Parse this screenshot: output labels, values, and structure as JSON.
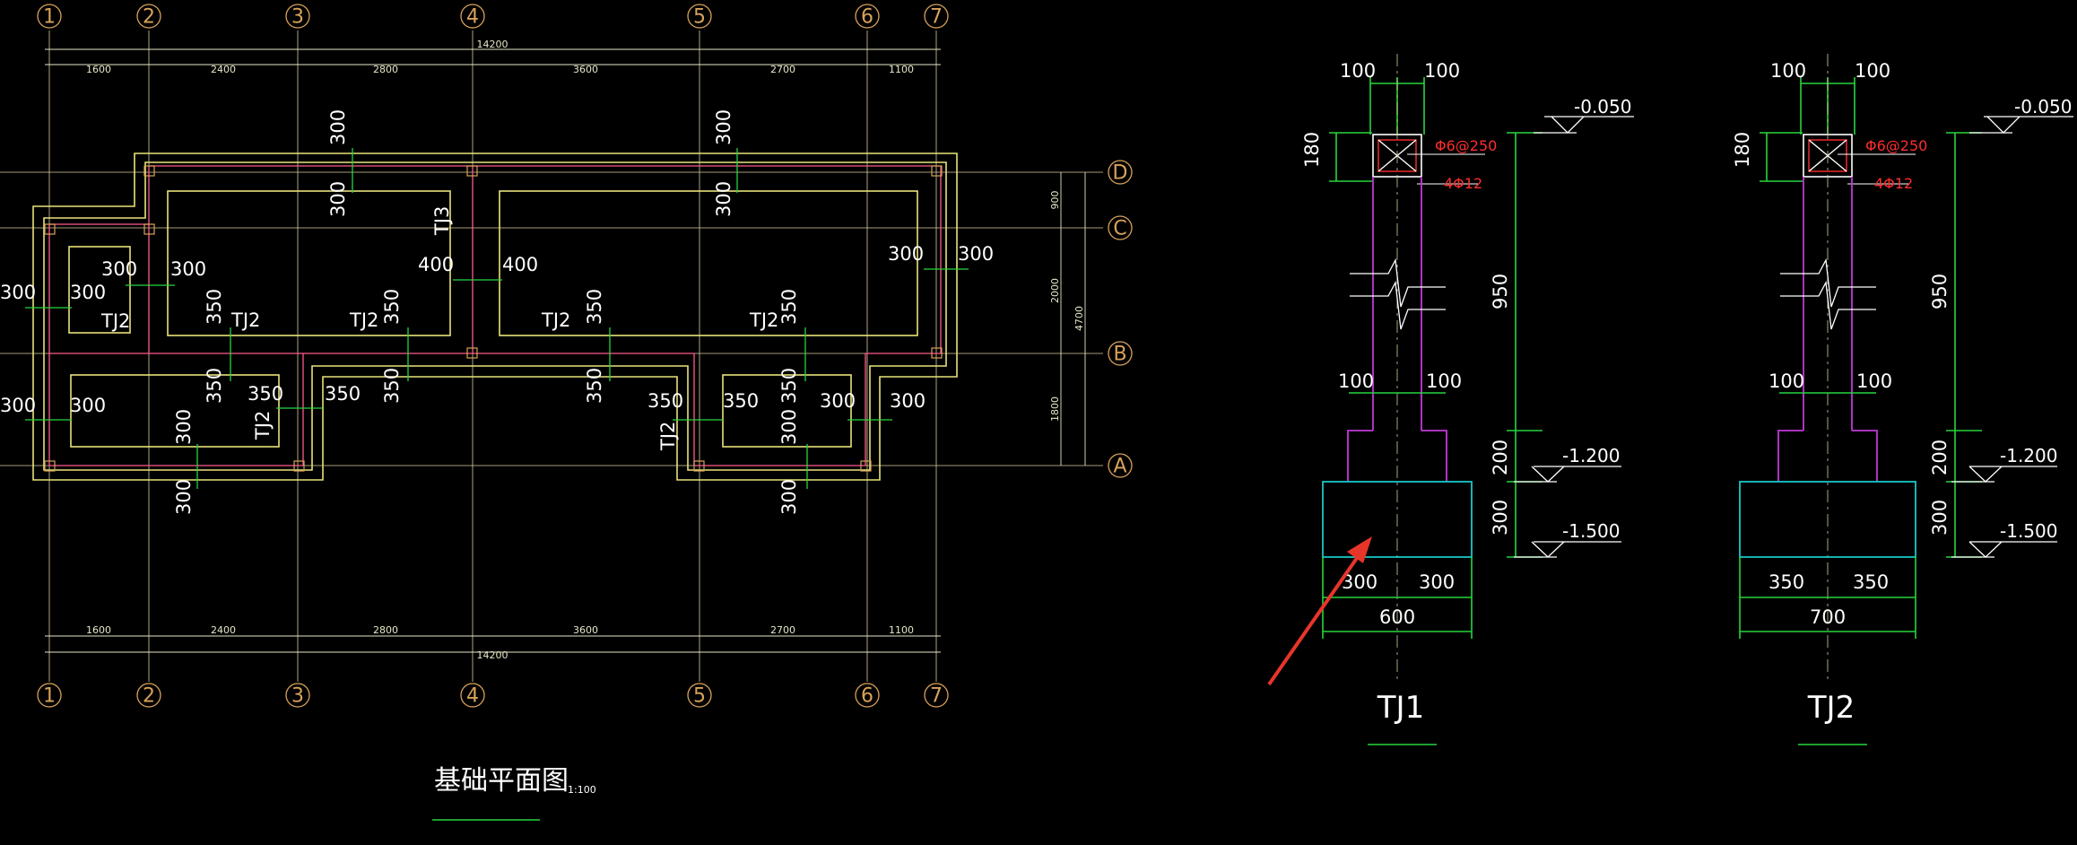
{
  "plan": {
    "title": "基础平面图",
    "scale": "1:100",
    "grid_labels_x": [
      "1",
      "2",
      "3",
      "4",
      "5",
      "6",
      "7"
    ],
    "grid_labels_y": [
      "D",
      "C",
      "B",
      "A"
    ],
    "dims_top": [
      "1600",
      "2400",
      "2800",
      "3600",
      "2700",
      "1100"
    ],
    "dims_bottom": [
      "1600",
      "2400",
      "2800",
      "3600",
      "2700",
      "1100"
    ],
    "total_width": "14200",
    "dims_right": [
      "900",
      "2000",
      "1800"
    ],
    "total_height": "4700",
    "wall_labels": [
      "TJ2",
      "TJ2",
      "TJ2",
      "TJ2",
      "TJ2",
      "TJ3",
      "TJ2",
      "TJ2"
    ],
    "wall_dims": {
      "d300": "300",
      "d350": "350",
      "d400": "400"
    }
  },
  "sections": [
    {
      "name": "TJ1",
      "top_dims": [
        "100",
        "100"
      ],
      "mid_dims": [
        "100",
        "100"
      ],
      "height_180": "180",
      "height_950": "950",
      "height_200": "200",
      "height_300": "300",
      "elevations": [
        "-0.050",
        "-1.200",
        "-1.500"
      ],
      "rebar_stirrup": "Φ6@250",
      "rebar_main": "4Φ12",
      "base_dims": [
        "300",
        "300"
      ],
      "base_total": "600"
    },
    {
      "name": "TJ2",
      "top_dims": [
        "100",
        "100"
      ],
      "mid_dims": [
        "100",
        "100"
      ],
      "height_180": "180",
      "height_950": "950",
      "height_200": "200",
      "height_300": "300",
      "elevations": [
        "-0.050",
        "-1.200",
        "-1.500"
      ],
      "rebar_stirrup": "Φ6@250",
      "rebar_main": "4Φ12",
      "base_dims": [
        "350",
        "350"
      ],
      "base_total": "700"
    }
  ],
  "colors": {
    "background": "#000000",
    "grid_bubble": "#d8a25a",
    "wall": "#e8e27a",
    "inner_wall": "#ff5a8c",
    "dimension_tick": "#27d53e",
    "section_outline": "#c03ad6",
    "footing": "#19c6c6",
    "rebar_text": "#ff2d2d",
    "annotation_arrow": "#e8352a"
  },
  "icons": [
    "grid-bubble-icon",
    "elevation-marker-icon",
    "break-line-icon",
    "annotation-arrow-icon"
  ]
}
